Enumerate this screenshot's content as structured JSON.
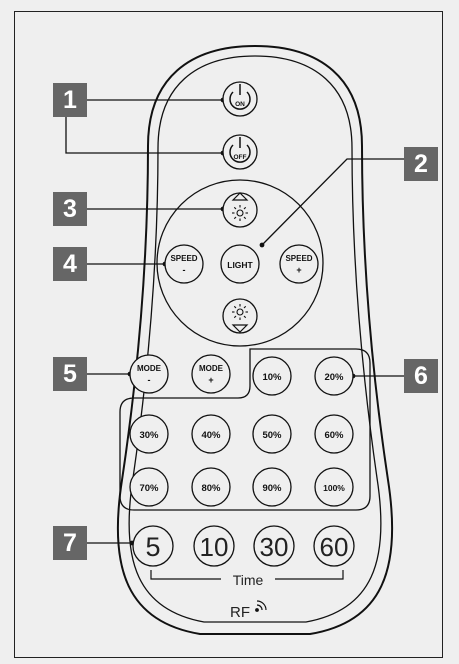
{
  "callouts": [
    "1",
    "2",
    "3",
    "4",
    "5",
    "6",
    "7"
  ],
  "buttons": {
    "on": "ON",
    "off": "OFF",
    "light": "LIGHT",
    "speed_minus_top": "SPEED",
    "speed_minus_bottom": "-",
    "speed_plus_top": "SPEED",
    "speed_plus_bottom": "+",
    "mode_minus_top": "MODE",
    "mode_minus_bottom": "-",
    "mode_plus_top": "MODE",
    "mode_plus_bottom": "+"
  },
  "brightness": [
    "10%",
    "20%",
    "30%",
    "40%",
    "50%",
    "60%",
    "70%",
    "80%",
    "90%",
    "100%"
  ],
  "timers": [
    "5",
    "10",
    "30",
    "60"
  ],
  "time_label": "Time",
  "rf_label": "RF",
  "colors": {
    "callout_bg": "#666666",
    "background": "#efefef",
    "line": "#111111"
  },
  "icons": [
    "power-icon",
    "sun-icon",
    "arrow-up-icon",
    "arrow-down-icon",
    "wireless-signal-icon"
  ]
}
